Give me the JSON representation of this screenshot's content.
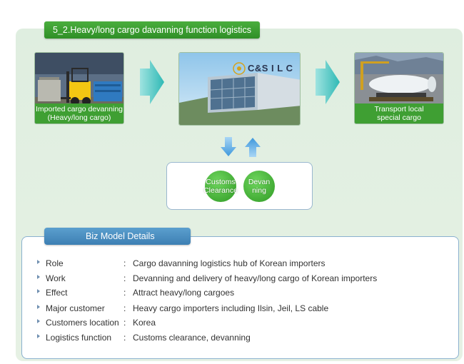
{
  "title": "5_2.Heavy/long cargo davanning function logistics",
  "flow": {
    "step1": {
      "caption_line1": "Imported cargo devanning",
      "caption_line2": "(Heavy/long cargo)"
    },
    "step2": {
      "logo_text": "C&S I L C"
    },
    "step3": {
      "caption_line1": "Transport local",
      "caption_line2": "special cargo"
    }
  },
  "process": {
    "bubbles": [
      {
        "line1": "Customs",
        "line2": "Clearance"
      },
      {
        "line1": "Devan",
        "line2": "ning"
      }
    ]
  },
  "details": {
    "header": "Biz Model Details",
    "separator": ":",
    "rows": [
      {
        "key": "Role",
        "value": "Cargo davanning logistics hub of Korean importers"
      },
      {
        "key": "Work",
        "value": "Devanning and delivery of heavy/long cargo of Korean importers"
      },
      {
        "key": "Effect",
        "value": "Attract heavy/long cargoes"
      },
      {
        "key": "Major customer",
        "value": "Heavy cargo importers including Ilsin, Jeil, LS cable"
      },
      {
        "key": "Customers location",
        "value": "Korea"
      },
      {
        "key": "Logistics function",
        "value": "Customs clearance, devanning"
      }
    ]
  },
  "colors": {
    "panel_bg": "#e2efe2",
    "title_green": "#3a9f30",
    "caption_green": "#3f9f33",
    "arrow_teal": "#3fc4c0",
    "arrow_blue": "#4aa3e0",
    "details_blue": "#4a8cc0"
  },
  "icons": [
    "forklift-photo",
    "building-photo",
    "ship-cargo-photo",
    "arrow-right-icon",
    "arrow-down-icon",
    "arrow-up-icon",
    "bullet-icon"
  ]
}
